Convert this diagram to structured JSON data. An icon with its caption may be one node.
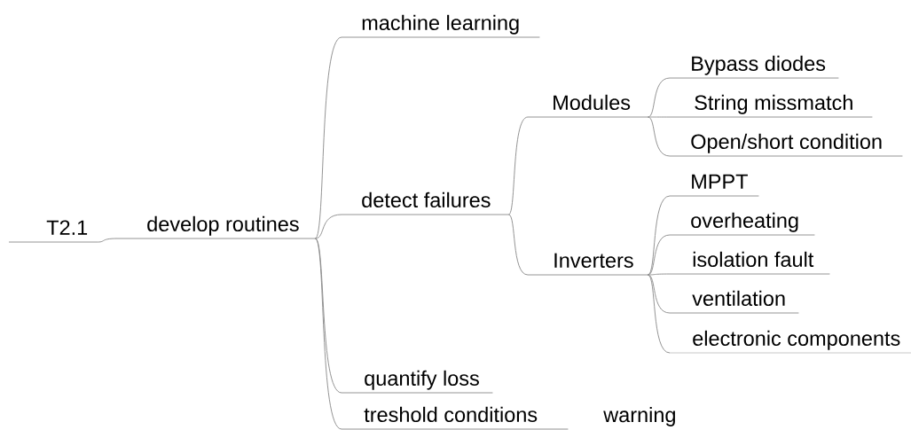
{
  "diagram": {
    "nodes": [
      {
        "text": [
          "T2.1"
        ]
      },
      {
        "text": [
          "develop routines"
        ]
      },
      {
        "text": [
          "machine learning"
        ]
      },
      {
        "text": [
          "detect failures"
        ]
      },
      {
        "text": [
          "Modules"
        ]
      },
      {
        "text": [
          "Bypass diodes"
        ]
      },
      {
        "text": [
          "String missmatch"
        ]
      },
      {
        "text": [
          "Open/short condition"
        ]
      },
      {
        "text": [
          "Inverters"
        ]
      },
      {
        "text": [
          "MPPT"
        ]
      },
      {
        "text": [
          "overheating"
        ]
      },
      {
        "text": [
          "isolation fault"
        ]
      },
      {
        "text": [
          "ventilation"
        ]
      },
      {
        "text": [
          "electronic components"
        ]
      },
      {
        "text": [
          "quantify loss"
        ]
      },
      {
        "text": [
          "treshold conditions"
        ]
      }
    ],
    "edges": [
      {
        "from": 0,
        "to": 1,
        "arrow": "none"
      },
      {
        "from": 1,
        "to": 2,
        "arrow": "none"
      },
      {
        "from": 1,
        "to": 3,
        "arrow": "none"
      },
      {
        "from": 1,
        "to": 14,
        "arrow": "none"
      },
      {
        "from": 1,
        "to": 15,
        "arrow": "none"
      },
      {
        "from": 3,
        "to": 4,
        "arrow": "none"
      },
      {
        "from": 3,
        "to": 8,
        "arrow": "none"
      },
      {
        "from": 4,
        "to": 5,
        "arrow": "none"
      },
      {
        "from": 4,
        "to": 6,
        "arrow": "none"
      },
      {
        "from": 4,
        "to": 7,
        "arrow": "none"
      },
      {
        "from": 8,
        "to": 9,
        "arrow": "none"
      },
      {
        "from": 8,
        "to": 10,
        "arrow": "none"
      },
      {
        "from": 8,
        "to": 11,
        "arrow": "none"
      },
      {
        "from": 8,
        "to": 12,
        "arrow": "none"
      },
      {
        "from": 8,
        "to": 13,
        "arrow": "none"
      }
    ],
    "labels": [
      "warning"
    ]
  }
}
